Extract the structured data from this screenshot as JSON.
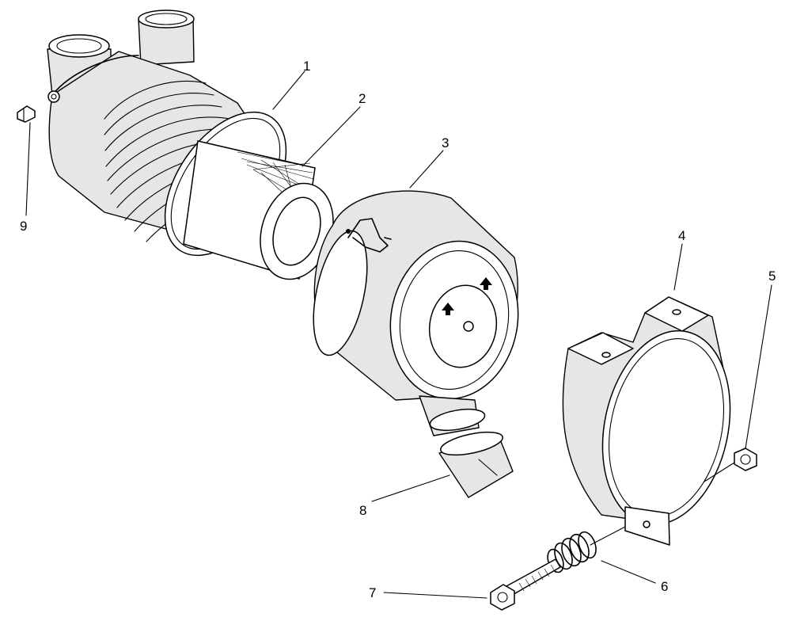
{
  "diagram": {
    "callouts": [
      {
        "id": "1",
        "label": "1"
      },
      {
        "id": "2",
        "label": "2"
      },
      {
        "id": "3",
        "label": "3"
      },
      {
        "id": "4",
        "label": "4"
      },
      {
        "id": "5",
        "label": "5"
      },
      {
        "id": "6",
        "label": "6"
      },
      {
        "id": "7",
        "label": "7"
      },
      {
        "id": "8",
        "label": "8"
      },
      {
        "id": "9",
        "label": "9"
      }
    ],
    "parts": [
      "housing-body-icon",
      "primary-filter-element-icon",
      "air-cleaner-cover-icon",
      "mounting-bracket-icon",
      "hex-nut-icon",
      "compression-spring-icon",
      "flange-bolt-icon",
      "vacuator-valve-icon",
      "restriction-indicator-plug-icon"
    ]
  }
}
